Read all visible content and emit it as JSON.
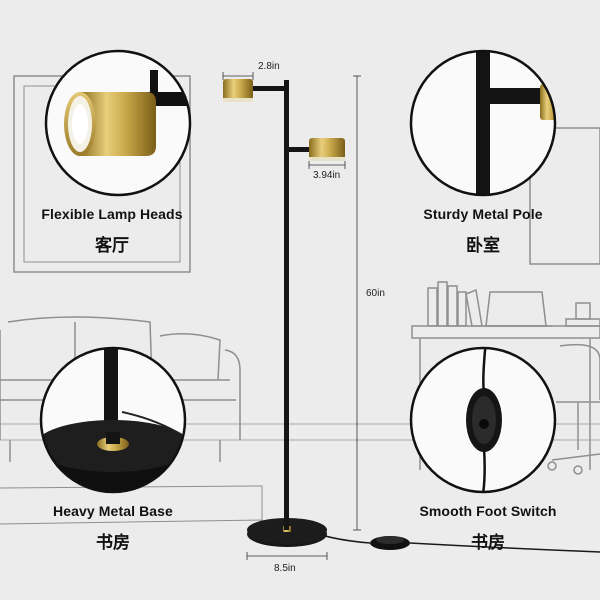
{
  "dimensions": {
    "head_width": "2.8in",
    "head_depth": "3.94in",
    "height": "60in",
    "base_diameter": "8.5in"
  },
  "features": [
    {
      "title": "Flexible Lamp Heads",
      "subtitle": "客厅"
    },
    {
      "title": "Sturdy Metal Pole",
      "subtitle": "卧室"
    },
    {
      "title": "Heavy Metal Base",
      "subtitle": "书房"
    },
    {
      "title": "Smooth Foot Switch",
      "subtitle": "书房"
    }
  ],
  "colors": {
    "background": "#ececec",
    "sketch_line": "#8f8f8f",
    "lamp_black": "#151515",
    "brass": "#c9a84a"
  }
}
